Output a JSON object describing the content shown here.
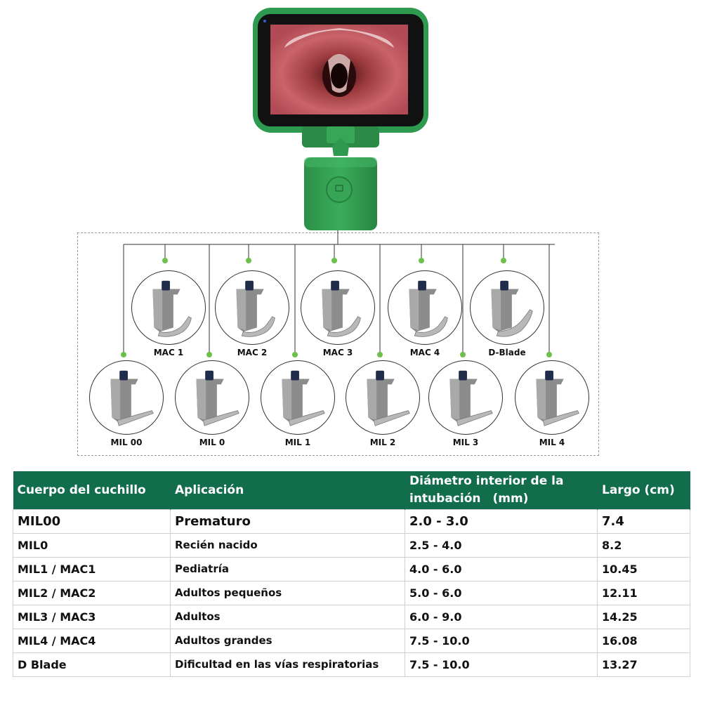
{
  "blades": {
    "top": [
      {
        "label": "MAC 1",
        "shape": "mac"
      },
      {
        "label": "MAC 2",
        "shape": "mac"
      },
      {
        "label": "MAC 3",
        "shape": "mac"
      },
      {
        "label": "MAC 4",
        "shape": "mac"
      },
      {
        "label": "D-Blade",
        "shape": "dblade"
      }
    ],
    "bottom": [
      {
        "label": "MIL 00",
        "shape": "mil"
      },
      {
        "label": "MIL 0",
        "shape": "mil"
      },
      {
        "label": "MIL 1",
        "shape": "mil"
      },
      {
        "label": "MIL 2",
        "shape": "mil"
      },
      {
        "label": "MIL 3",
        "shape": "mil"
      },
      {
        "label": "MIL 4",
        "shape": "mil"
      }
    ]
  },
  "table": {
    "headers": [
      "Cuerpo del cuchillo",
      "Aplicación",
      "Diámetro interior de la intubación　(mm)",
      "Largo (cm)"
    ],
    "rows": [
      [
        "MIL00",
        "Prematuro",
        "2.0 - 3.0",
        "7.4"
      ],
      [
        "MIL0",
        "Recién nacido",
        "2.5 - 4.0",
        "8.2"
      ],
      [
        "MIL1 / MAC1",
        "Pediatría",
        "4.0 - 6.0",
        "10.45"
      ],
      [
        "MIL2 / MAC2",
        "Adultos pequeños",
        "5.0 - 6.0",
        "12.11"
      ],
      [
        "MIL3 / MAC3",
        "Adultos",
        "6.0 - 9.0",
        "14.25"
      ],
      [
        "MIL4 / MAC4",
        "Adultos grandes",
        "7.5 - 10.0",
        "16.08"
      ],
      [
        "D Blade",
        "Dificultad en las vías respiratorias",
        "7.5 - 10.0",
        "13.27"
      ]
    ]
  },
  "colors": {
    "device_green": "#2e9a4f",
    "header_green": "#116d4b",
    "connector_dot": "#6dc04a"
  }
}
